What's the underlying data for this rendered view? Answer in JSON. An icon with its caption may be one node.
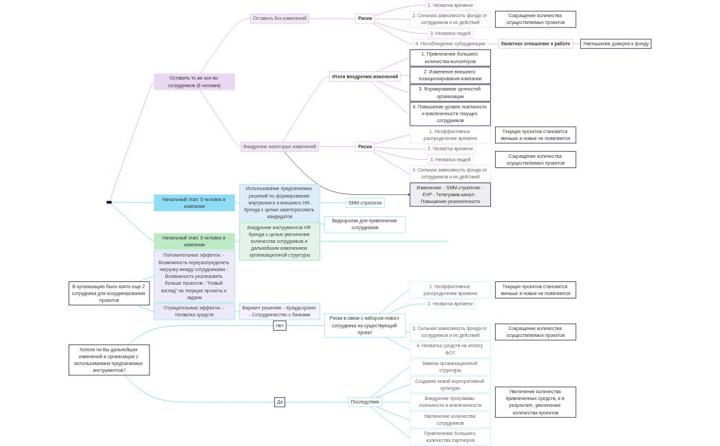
{
  "diagram": {
    "nodes": [
      {
        "text": [],
        "shape": "box"
      },
      {
        "text": [
          "Оставить то же кол-во сотрудников (6 человек)"
        ]
      },
      {
        "text": [
          "Оставить без изменений"
        ]
      },
      {
        "text": [
          "Риски"
        ]
      },
      {
        "text": [
          "1. Нехватка времени"
        ]
      },
      {
        "text": [
          "2. Сильная зависимость фонда от сотрудников и их действий"
        ]
      },
      {
        "text": [
          "3. Нехватка людей"
        ]
      },
      {
        "text": [
          "4. Несоблюдение субординации"
        ]
      },
      {
        "text": [
          "Сокращение количества осуществляемых проектов"
        ]
      },
      {
        "text": [
          "Халатное отношение к работе"
        ]
      },
      {
        "text": [
          "Уменьшение доверия к фонду"
        ]
      },
      {
        "text": [
          "Внедрение некоторых изменений"
        ]
      },
      {
        "text": [
          "Итоги внедрения изменений"
        ]
      },
      {
        "text": [
          "1. Привлечение большего количества волонтеров"
        ]
      },
      {
        "text": [
          "2. Изменение внешнего позиционирования компании"
        ]
      },
      {
        "text": [
          "3. Формирование ценностей организации"
        ]
      },
      {
        "text": [
          "4. Повышение уровня лояльности и вовлеченности текущих сотрудников"
        ]
      },
      {
        "text": [
          "Риски"
        ]
      },
      {
        "text": [
          "1. Неэффективное распределение времени"
        ]
      },
      {
        "text": [
          "2. Нехватка времени"
        ]
      },
      {
        "text": [
          "3. Нехватка людей"
        ]
      },
      {
        "text": [
          "4. Сильная зависимость фонда от сотрудников и их действий"
        ]
      },
      {
        "text": [
          "Текущих проектов становится меньше и новые не появляются"
        ]
      },
      {
        "text": [
          "Сокращение количества осуществляемых проектов"
        ]
      },
      {
        "text": [
          "Изменения: - SMM-стратегия - EVP - Телеграмм-канал - Повышение резилентности"
        ]
      },
      {
        "text": [
          "Начальный этап: 6 человек в компании"
        ]
      },
      {
        "text": [
          "Использование предлагаемых решений по формированию внутреннего и внешнего HR-бренда с целью заинтересовать кандидатов"
        ]
      },
      {
        "text": [
          "SMM-стратегия"
        ]
      },
      {
        "text": [
          "Видеоролик для привлечения сотрудников"
        ]
      },
      {
        "text": [
          "В организацию было взято еще 2 сотрудника для координирования проектов"
        ]
      },
      {
        "text": [
          "Положительные эффекты: - Возможность перераспределить нагрузку между сотрудниками - Возможность реализовать больше проектов - \"Новый взгляд\" на текущие проекты и задачи"
        ]
      },
      {
        "text": [
          "Отрицательные эффекты: - Нехватка средств"
        ]
      },
      {
        "text": [
          "Вариант решения: - Краудсорсинг - Сотрудничество с банками"
        ]
      },
      {
        "text": [
          "Хотели ли Вы дальнейших изменений в организации с использованием предлагаемых инструментов?"
        ]
      },
      {
        "text": [
          "Нет"
        ]
      },
      {
        "text": [
          "Риски в связи с набором нового сотрудника на существующий проект"
        ]
      },
      {
        "text": [
          "1. Неэффективное распределение времени"
        ]
      },
      {
        "text": [
          "2. Нехватка времени"
        ]
      },
      {
        "text": [
          "3. Сильная зависимость фонда от сотрудников и их действий"
        ]
      },
      {
        "text": [
          "4. Нехватка средств на оплату ФОТ"
        ]
      },
      {
        "text": [
          "Текущих проектов становится меньше и новые не появляются"
        ]
      },
      {
        "text": [
          "Сокращение количества осуществляемых проектов"
        ]
      },
      {
        "text": [
          "Да"
        ]
      },
      {
        "text": [
          "Последствия"
        ]
      },
      {
        "text": [
          "Замена организационной структуры"
        ]
      },
      {
        "text": [
          "Создание новой корпоративной культуры"
        ]
      },
      {
        "text": [
          "Внедрение программы лояльности и вовлеченности"
        ]
      },
      {
        "text": [
          "Увеличение количества сотрудников"
        ]
      },
      {
        "text": [
          "Привлечение большего количества партнеров"
        ]
      },
      {
        "text": [
          "Увеличение количества привлеченных средств, и в результате, увеличение количества проектов"
        ]
      },
      {
        "text": [
          "Начальный этап: 6 человек в компании"
        ]
      },
      {
        "text": [
          "Внедрение инструментов HR бренда с целью увеличения количества сотрудников и дальнейшим изменением организационной структуры"
        ]
      }
    ],
    "edges": [
      {
        "from": 0,
        "to": 1,
        "arrow": "none"
      },
      {
        "from": 1,
        "to": 2,
        "arrow": "none"
      },
      {
        "from": 2,
        "to": 3,
        "arrow": "none"
      },
      {
        "from": 3,
        "to": 4,
        "arrow": "none"
      },
      {
        "from": 3,
        "to": 5,
        "arrow": "none"
      },
      {
        "from": 3,
        "to": 6,
        "arrow": "none"
      },
      {
        "from": 3,
        "to": 7,
        "arrow": "none"
      },
      {
        "from": 7,
        "to": 9,
        "arrow": "none"
      },
      {
        "from": 9,
        "to": 10,
        "arrow": "none"
      },
      {
        "from": 1,
        "to": 11,
        "arrow": "none"
      },
      {
        "from": 11,
        "to": 12,
        "arrow": "none"
      },
      {
        "from": 12,
        "to": 13,
        "arrow": "none"
      },
      {
        "from": 12,
        "to": 14,
        "arrow": "none"
      },
      {
        "from": 12,
        "to": 15,
        "arrow": "none"
      },
      {
        "from": 12,
        "to": 16,
        "arrow": "none"
      },
      {
        "from": 11,
        "to": 17,
        "arrow": "none"
      },
      {
        "from": 17,
        "to": 18,
        "arrow": "none"
      },
      {
        "from": 17,
        "to": 19,
        "arrow": "none"
      },
      {
        "from": 17,
        "to": 20,
        "arrow": "none"
      },
      {
        "from": 17,
        "to": 21,
        "arrow": "none"
      },
      {
        "from": 11,
        "to": 24,
        "arrow": "to",
        "color": "#2a2a45"
      },
      {
        "from": 0,
        "to": 25,
        "arrow": "none",
        "color": "#55c8e8"
      },
      {
        "from": 25,
        "to": 26,
        "arrow": "none",
        "color": "#55c8e8"
      },
      {
        "from": 26,
        "to": 27,
        "arrow": "none",
        "color": "#55c8e8"
      },
      {
        "from": 26,
        "to": 28,
        "arrow": "none",
        "color": "#55c8e8"
      },
      {
        "from": 29,
        "to": 30,
        "arrow": "none",
        "color": "#55c8e8"
      },
      {
        "from": 29,
        "to": 31,
        "arrow": "none",
        "color": "#55c8e8"
      },
      {
        "from": 31,
        "to": 32,
        "arrow": "none",
        "color": "#55c8e8"
      },
      {
        "from": 33,
        "to": 34,
        "arrow": "none",
        "color": "#55c8e8"
      },
      {
        "from": 33,
        "to": 42,
        "arrow": "none",
        "color": "#55c8e8"
      },
      {
        "from": 34,
        "to": 35,
        "arrow": "none",
        "color": "#55c8e8"
      },
      {
        "from": 35,
        "to": 36,
        "arrow": "none",
        "color": "#55c8e8"
      },
      {
        "from": 35,
        "to": 37,
        "arrow": "none",
        "color": "#55c8e8"
      },
      {
        "from": 35,
        "to": 38,
        "arrow": "none",
        "color": "#55c8e8"
      },
      {
        "from": 35,
        "to": 39,
        "arrow": "none",
        "color": "#55c8e8"
      },
      {
        "from": 42,
        "to": 43,
        "arrow": "none",
        "color": "#55c8e8"
      },
      {
        "from": 43,
        "to": 44,
        "arrow": "none",
        "color": "#55c8e8"
      },
      {
        "from": 43,
        "to": 45,
        "arrow": "none",
        "color": "#55c8e8"
      },
      {
        "from": 43,
        "to": 46,
        "arrow": "none",
        "color": "#55c8e8"
      },
      {
        "from": 43,
        "to": 47,
        "arrow": "none",
        "color": "#55c8e8"
      },
      {
        "from": 43,
        "to": 48,
        "arrow": "none",
        "color": "#55c8e8"
      },
      {
        "from": 0,
        "to": 50,
        "arrow": "none",
        "color": "#3ecf9a"
      },
      {
        "from": 50,
        "to": 51,
        "arrow": "none",
        "color": "#3ecf9a"
      },
      {
        "from": 51,
        "to": null,
        "arrow": "none",
        "color": "#3ecf9a"
      }
    ]
  }
}
